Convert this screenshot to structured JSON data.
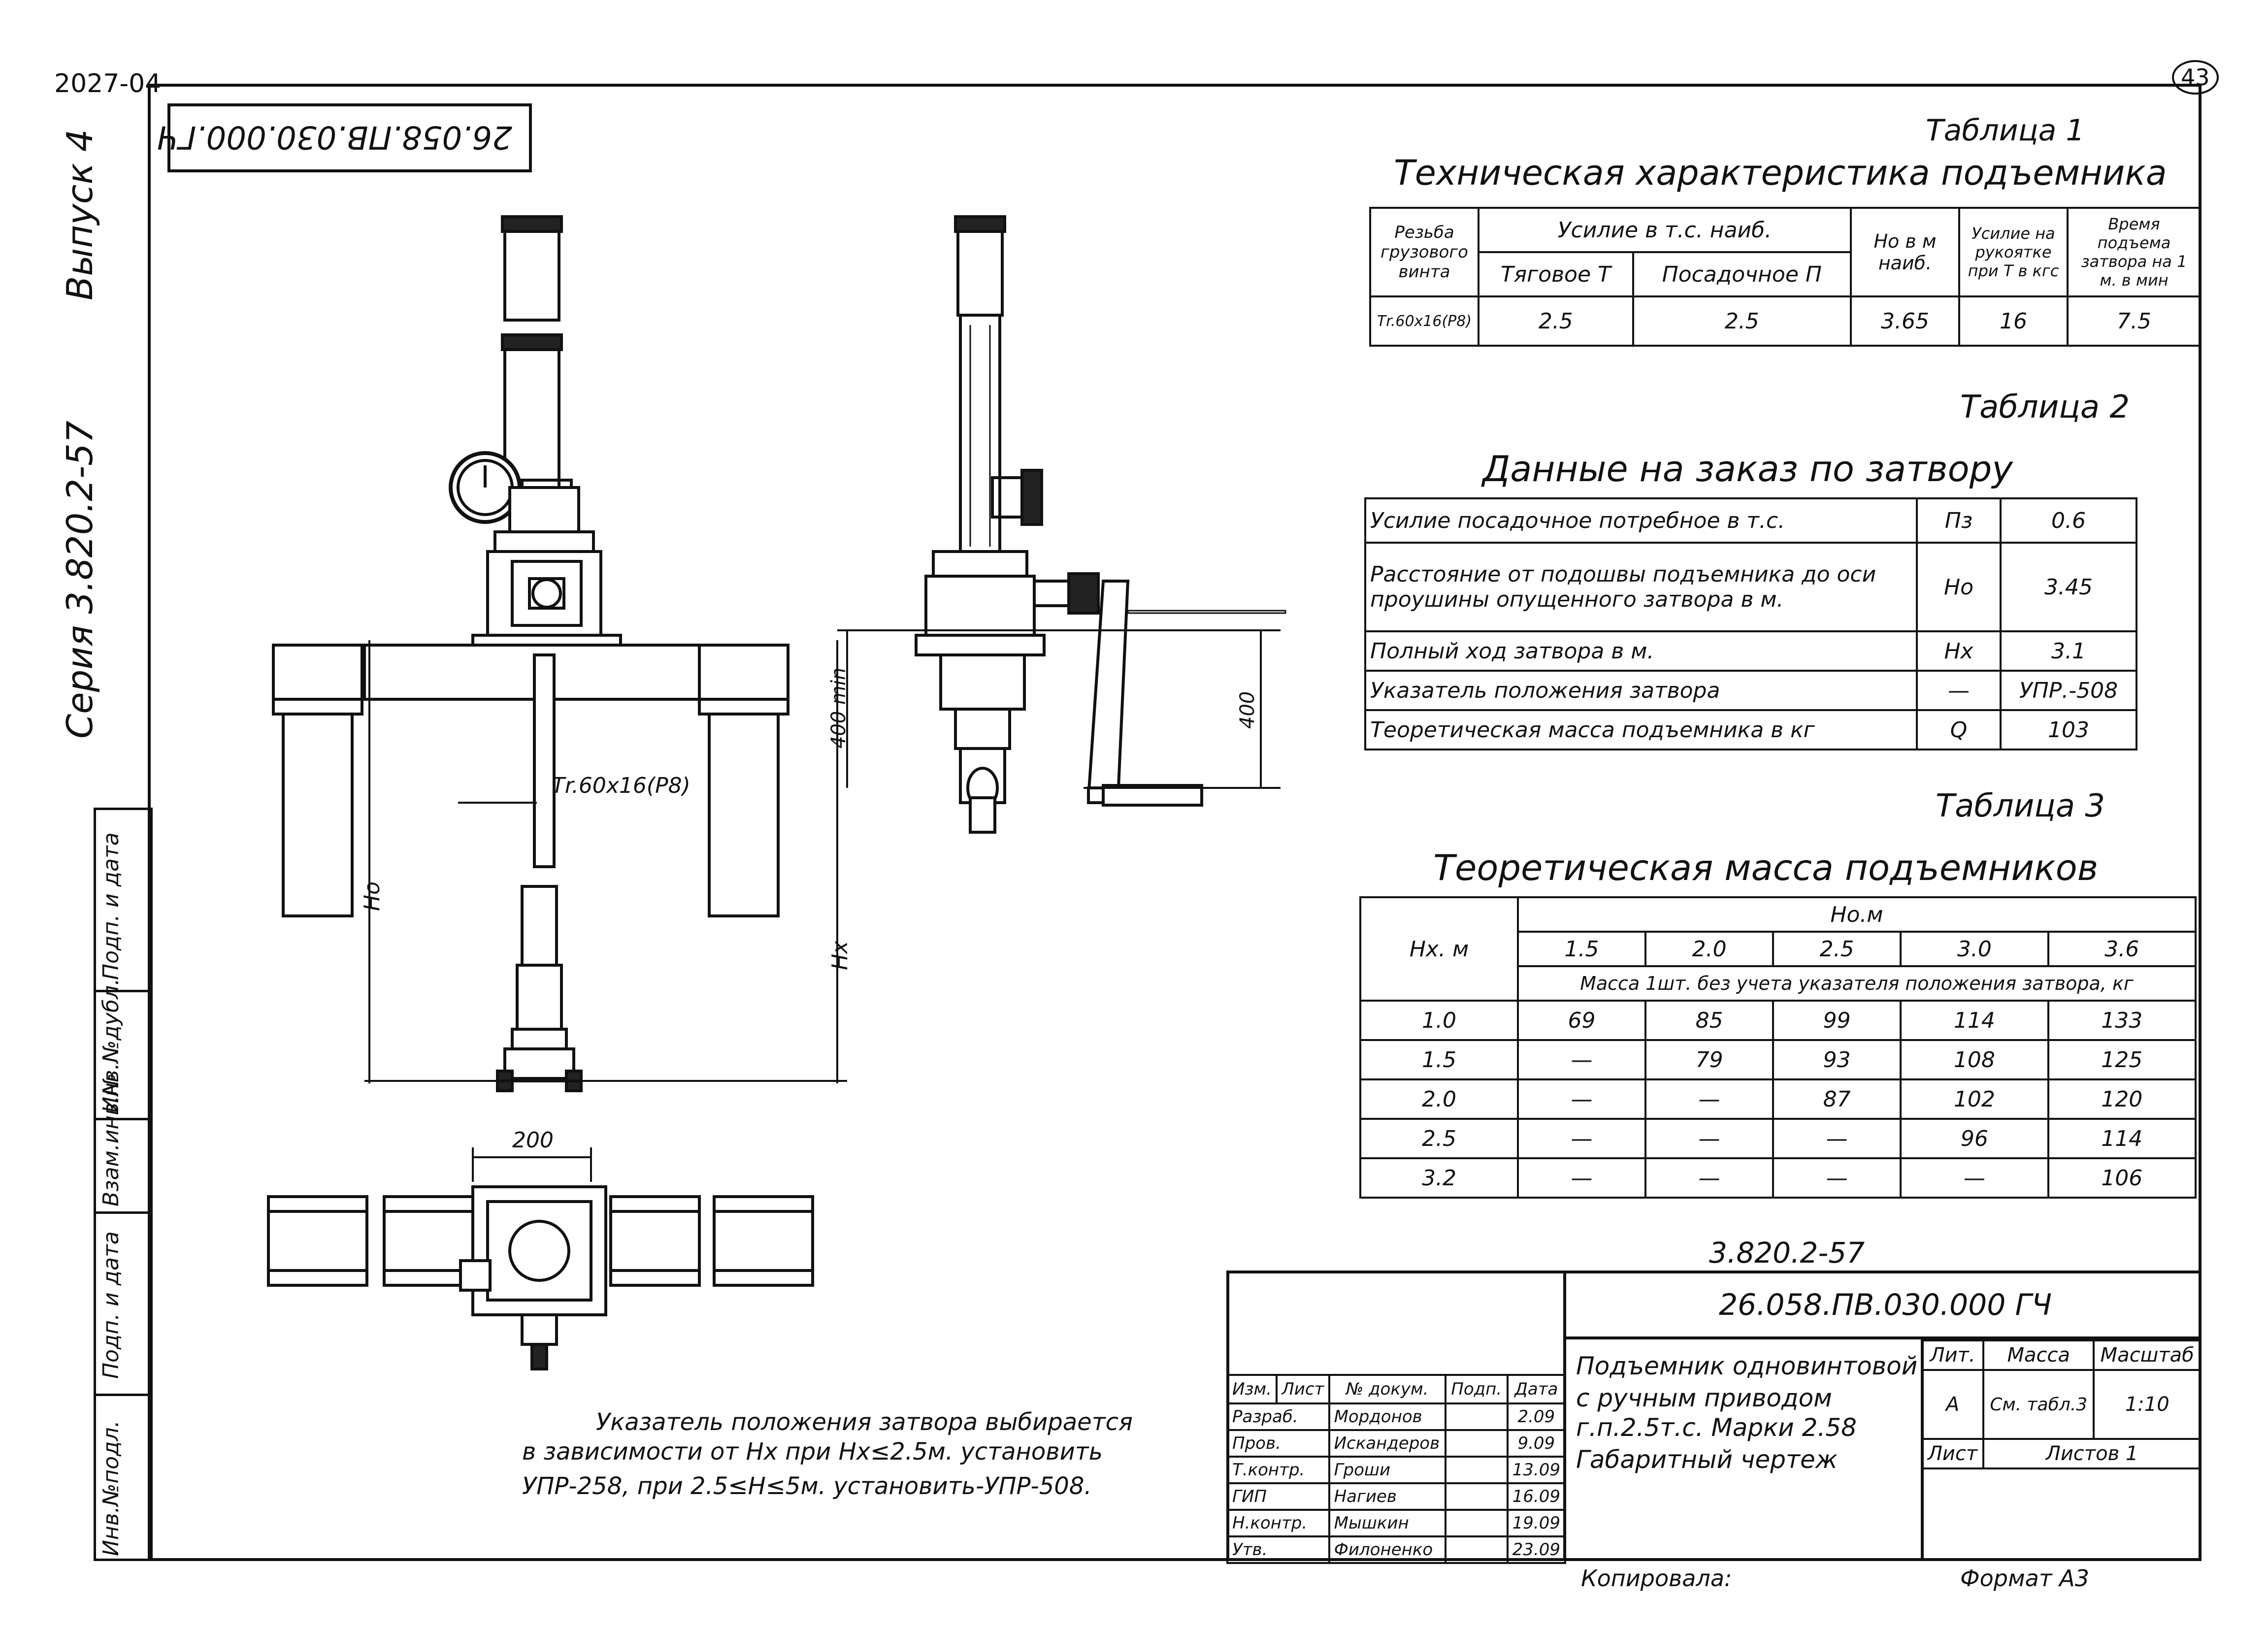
{
  "corner": {
    "sheet_code": "2027-04",
    "page_number": "43"
  },
  "top_stamp": "26.058.ПВ.030.000.ГЧ",
  "side": {
    "volume": "Выпуск 4",
    "series": "Серия 3.820.2-57"
  },
  "left_strip": [
    "Инв.№подл.",
    "Подп. и дата",
    "Взам.инв.№",
    "Инв.№дубл.",
    "Подп. и дата"
  ],
  "drawing": {
    "thread_label": "Тr.60х16(P8)",
    "dim_400_min": "400 min",
    "dim_400": "400",
    "dim_200": "200",
    "label_ho": "Hо",
    "label_hx": "Hх"
  },
  "table1": {
    "caption": "Таблица 1",
    "title": "Техническая характеристика подъемника",
    "h_thread": "Резьба грузового винта",
    "h_force": "Усилие в т.с. наиб.",
    "h_traction": "Тяговое Т",
    "h_seating": "Посадочное П",
    "h_hv": "Hо в м наиб.",
    "h_handle": "Усилие на рукоятке при Т в кгс",
    "h_time": "Время подъема затвора на 1 м. в мин",
    "row": [
      "Тr.60х16(P8)",
      "2.5",
      "2.5",
      "3.65",
      "16",
      "7.5"
    ]
  },
  "table2": {
    "caption": "Таблица 2",
    "title": "Данные на заказ по затвору",
    "rows": [
      {
        "name": "Усилие посадочное потребное в т.с.",
        "sym": "Пз",
        "val": "0.6"
      },
      {
        "name": "Расстояние от подошвы подъемника до оси проушины опущенного затвора в м.",
        "sym": "Hо",
        "val": "3.45"
      },
      {
        "name": "Полный ход затвора в м.",
        "sym": "Hх",
        "val": "3.1"
      },
      {
        "name": "Указатель положения затвора",
        "sym": "—",
        "val": "УПР.-508"
      },
      {
        "name": "Теоретическая масса подъемника в кг",
        "sym": "Q",
        "val": "103"
      }
    ]
  },
  "table3": {
    "caption": "Таблица 3",
    "title": "Теоретическая масса подъемников",
    "h_hx": "Hх. м",
    "h_ho": "Hо.м",
    "cols": [
      "1.5",
      "2.0",
      "2.5",
      "3.0",
      "3.6"
    ],
    "subhead": "Масса 1шт. без учета указателя положения затвора, кг",
    "rows": [
      {
        "hx": "1.0",
        "v": [
          "69",
          "85",
          "99",
          "114",
          "133"
        ]
      },
      {
        "hx": "1.5",
        "v": [
          "—",
          "79",
          "93",
          "108",
          "125"
        ]
      },
      {
        "hx": "2.0",
        "v": [
          "—",
          "—",
          "87",
          "102",
          "120"
        ]
      },
      {
        "hx": "2.5",
        "v": [
          "—",
          "—",
          "—",
          "96",
          "114"
        ]
      },
      {
        "hx": "3.2",
        "v": [
          "—",
          "—",
          "—",
          "—",
          "106"
        ]
      }
    ]
  },
  "note": [
    "Указатель положения затвора выбирается",
    "в зависимости от Hх при Hх≤2.5м. установить",
    "УПР-258, при 2.5≤H≤5м. установить-УПР-508."
  ],
  "title_block": {
    "series_code": "3.820.2-57",
    "doc_code": "26.058.ПВ.030.000 ГЧ",
    "name_lines": [
      "Подъемник одновинтовой",
      "с ручным приводом",
      "г.п.2.5т.с. Марки 2.58",
      "Габаритный чертеж"
    ],
    "h_lit": "Лит.",
    "h_mass": "Масса",
    "h_scale": "Масштаб",
    "lit": "А",
    "mass": "См. табл.3",
    "scale": "1:10",
    "sheet": "Лист",
    "sheets": "Листов 1",
    "col_heads": [
      "Изм.",
      "Лист",
      "№ докум.",
      "Подп.",
      "Дата"
    ],
    "people": [
      {
        "role": "Разраб.",
        "name": "Мордонов",
        "date": "2.09"
      },
      {
        "role": "Пров.",
        "name": "Искандеров",
        "date": "9.09"
      },
      {
        "role": "Т.контр.",
        "name": "Гроши",
        "date": "13.09"
      },
      {
        "role": "ГИП",
        "name": "Нагиев",
        "date": "16.09"
      },
      {
        "role": "Н.контр.",
        "name": "Мышкин",
        "date": "19.09"
      },
      {
        "role": "Утв.",
        "name": "Филоненко",
        "date": "23.09"
      }
    ]
  },
  "bottom": {
    "copied": "Копировала:",
    "format": "Формат А3"
  }
}
